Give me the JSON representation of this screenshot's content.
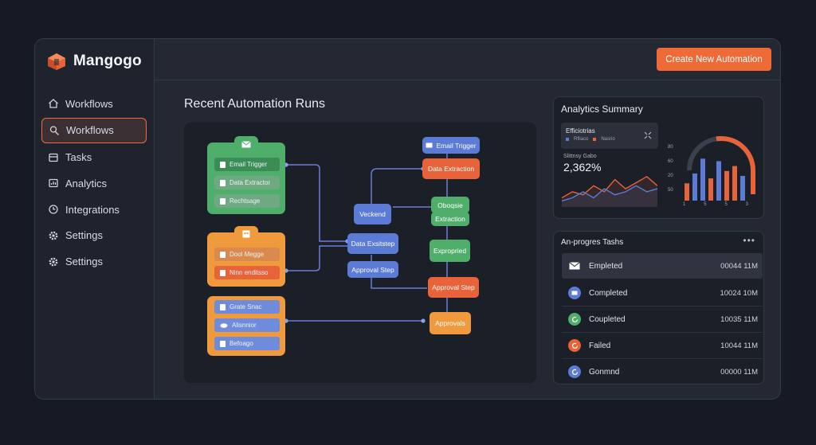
{
  "app": {
    "name": "Mangogo",
    "logo_icon": "mango-logo-icon"
  },
  "colors": {
    "accent": "#ee6a37",
    "green": "#4fae6a",
    "orange": "#f09a3e",
    "blue": "#5b7bd6",
    "red": "#e8623a"
  },
  "sidebar": {
    "items": [
      {
        "label": "Workflows",
        "icon": "home-icon",
        "active": false
      },
      {
        "label": "Workflows",
        "icon": "user-icon",
        "active": true
      },
      {
        "label": "Tasks",
        "icon": "tasks-icon",
        "active": false
      },
      {
        "label": "Analytics",
        "icon": "analytics-icon",
        "active": false
      },
      {
        "label": "Integrations",
        "icon": "clock-icon",
        "active": false
      },
      {
        "label": "Settings",
        "icon": "gear-icon",
        "active": false
      },
      {
        "label": "Settings",
        "icon": "gear-icon",
        "active": false
      }
    ]
  },
  "toolbar": {
    "create_label": "Create New Automation"
  },
  "main": {
    "title": "Recent Automation Runs",
    "cards": [
      {
        "rows": [
          "Email Trigger",
          "Data Extractor",
          "Rechtsage"
        ]
      },
      {
        "rows": [
          "Dool Megge",
          "Ninn enditsso"
        ]
      },
      {
        "rows": [
          "Grate Snac",
          "Alisnnior",
          "Befoago"
        ]
      }
    ],
    "nodes": {
      "email_trigger": "Email Trigger",
      "data_extraction": "Data Extraction",
      "veckend": "Veckend",
      "data_exstep": "Data Exsitstep",
      "approval_step_left": "Approval Step",
      "oboqsie": "Oboqsie",
      "extraction": "Extraction",
      "expropried": "Expropried",
      "approval_step_right": "Approval Step",
      "approvals": "Approvals"
    }
  },
  "analytics": {
    "title": "Analytics Summary",
    "card_title": "Efficiotrias",
    "legend": [
      "Rfliaco",
      "Nasrio"
    ],
    "stat_label": "Slittnsy Gabo",
    "stat_value": "2,362%",
    "line_series": [
      {
        "name": "orange",
        "values": [
          3,
          5,
          4,
          7,
          5,
          9,
          6,
          8,
          10,
          7
        ]
      },
      {
        "name": "blue",
        "values": [
          2,
          3,
          5,
          3,
          6,
          4,
          5,
          7,
          5,
          6
        ]
      }
    ],
    "bar_axis": [
      "80",
      "60",
      "20",
      "50"
    ],
    "bar_x": [
      "1",
      "5",
      "5",
      "3"
    ],
    "bars": [
      {
        "value": 0.35,
        "color": "#e8623a"
      },
      {
        "value": 0.55,
        "color": "#5b7bd6"
      },
      {
        "value": 0.85,
        "color": "#5b7bd6"
      },
      {
        "value": 0.45,
        "color": "#e8623a"
      },
      {
        "value": 0.8,
        "color": "#5b7bd6"
      },
      {
        "value": 0.6,
        "color": "#e8623a"
      },
      {
        "value": 0.7,
        "color": "#e8623a"
      },
      {
        "value": 0.5,
        "color": "#5b7bd6"
      }
    ],
    "gauge_value": 0.7
  },
  "tasks": {
    "title": "An-progres Tashs",
    "more_icon": "more-horizontal-icon",
    "items": [
      {
        "label": "Empleted",
        "time": "00044 11M",
        "icon": "mail-icon",
        "color": "#ffffff"
      },
      {
        "label": "Completed",
        "time": "10024 10M",
        "icon": "mail-icon",
        "color": "#5b7bd6"
      },
      {
        "label": "Coupleted",
        "time": "10035 11M",
        "icon": "refresh-icon",
        "color": "#4fae6a"
      },
      {
        "label": "Failed",
        "time": "10044 11M",
        "icon": "refresh-icon",
        "color": "#e8623a"
      },
      {
        "label": "Gonmnd",
        "time": "00000 11M",
        "icon": "refresh-icon",
        "color": "#5b7bd6"
      }
    ]
  }
}
